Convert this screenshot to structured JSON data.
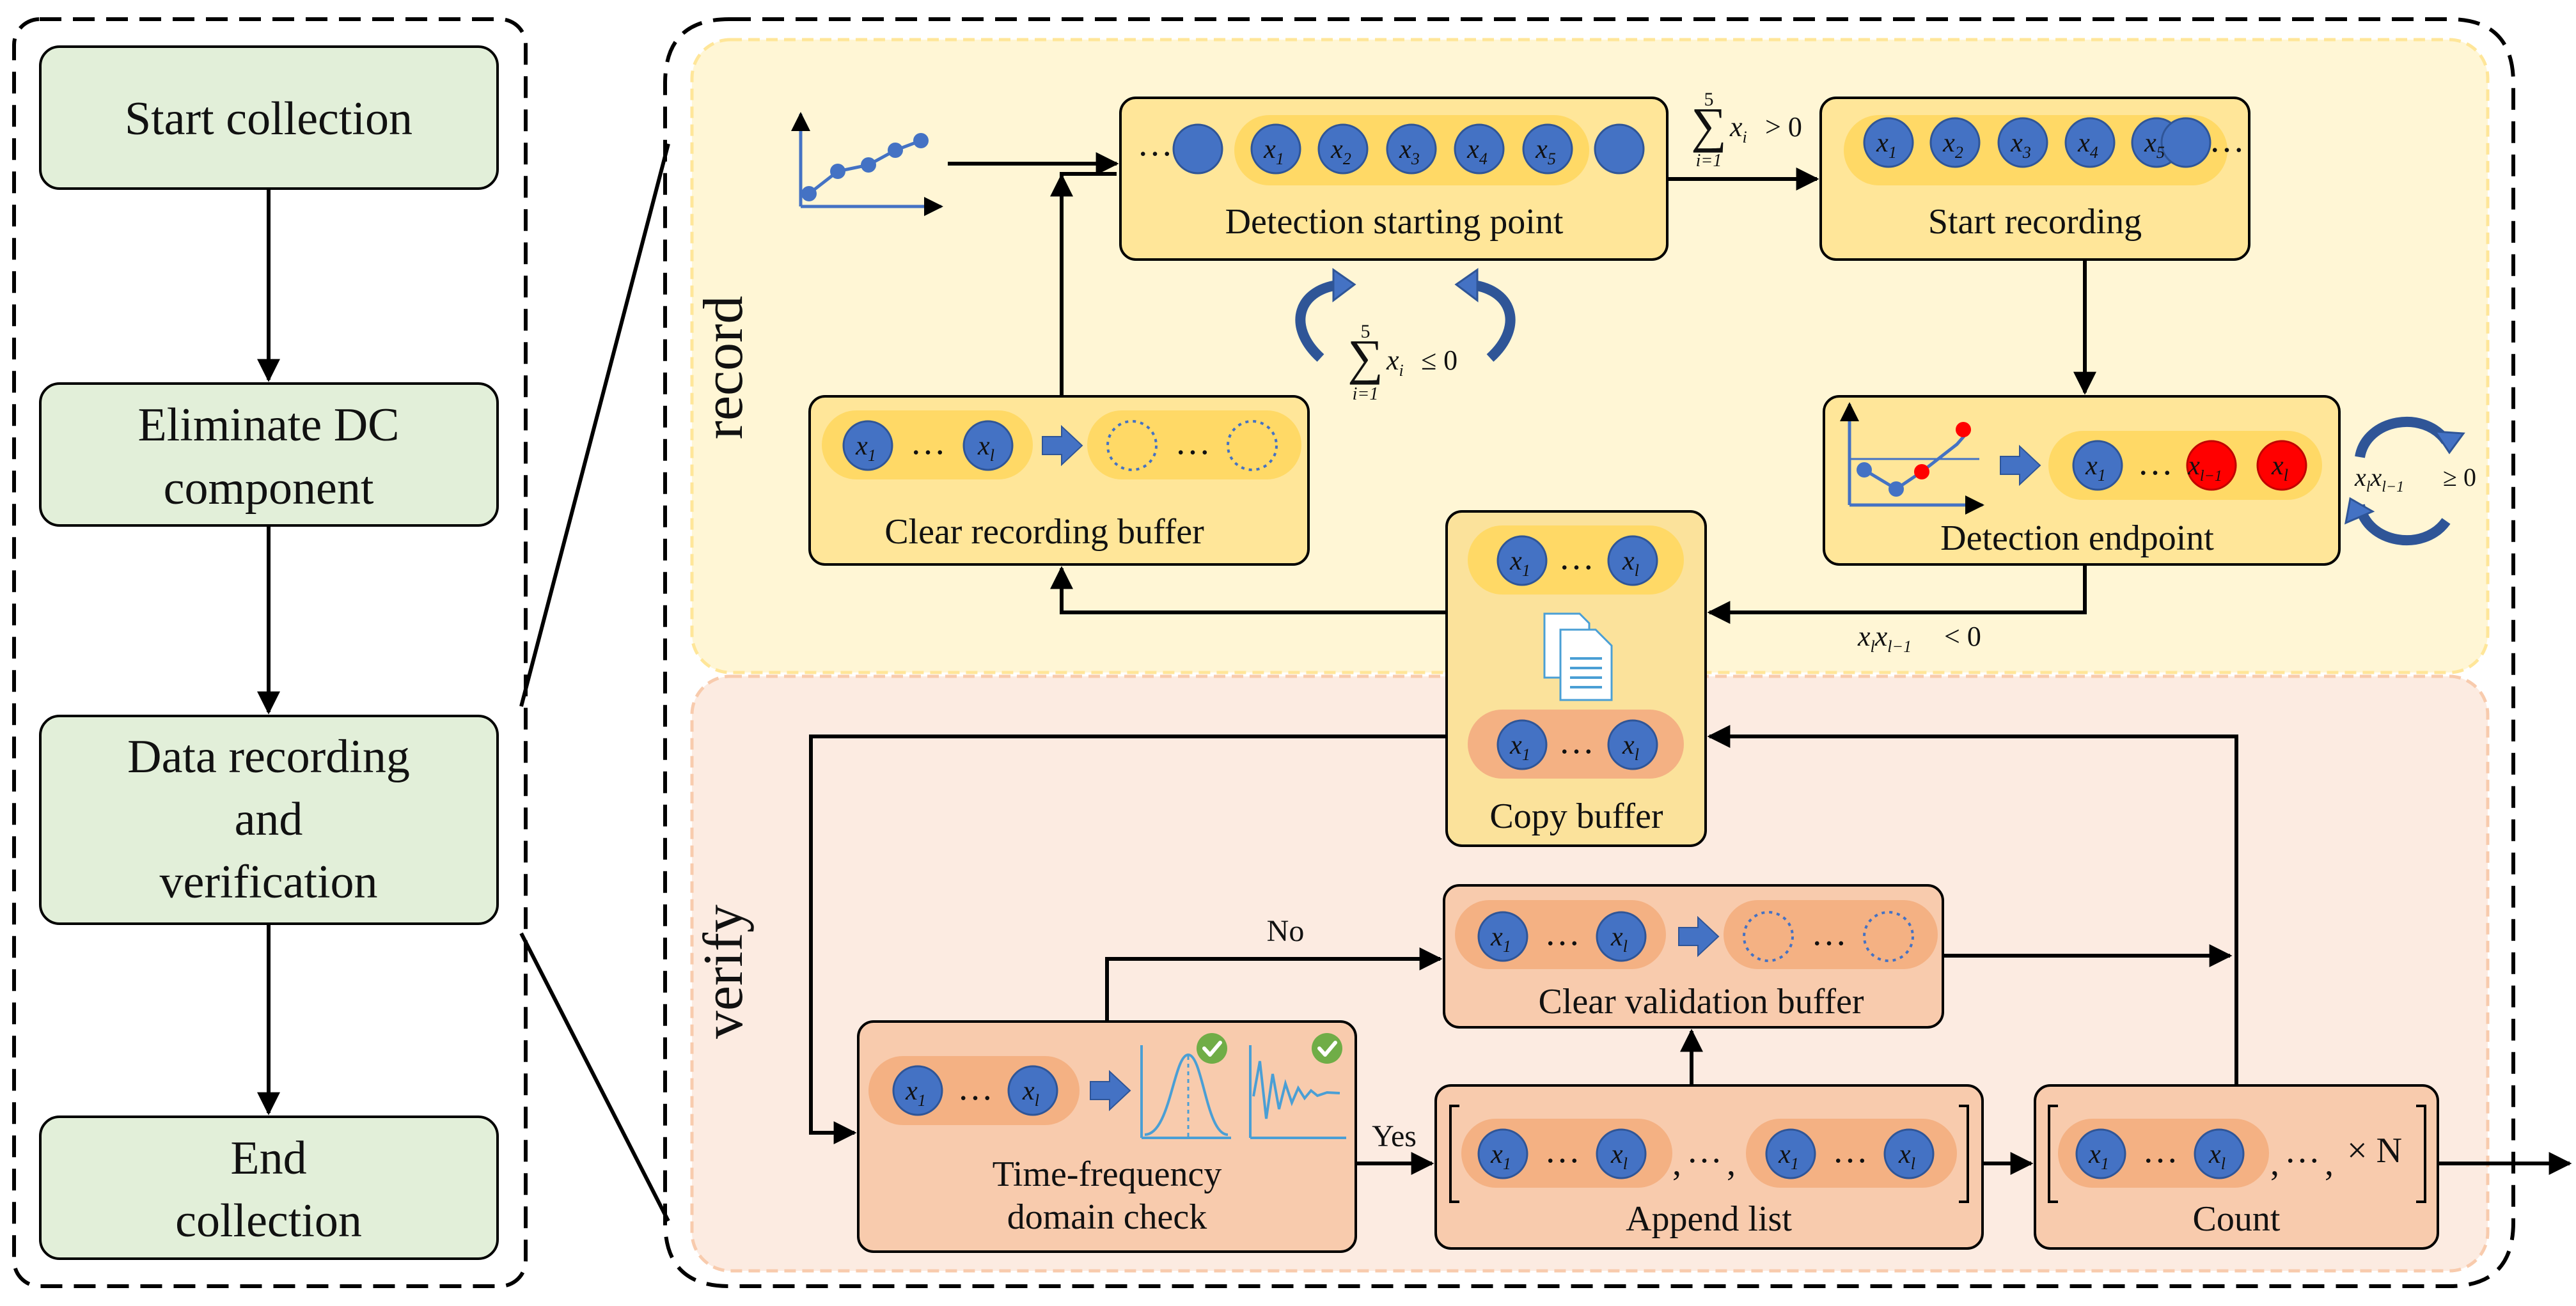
{
  "left_flow": {
    "steps": [
      "Start collection",
      "Eliminate DC component",
      "Data recording and verification",
      "End collection"
    ]
  },
  "regions": {
    "record": "record",
    "verify": "verify"
  },
  "boxes": {
    "detection_start": "Detection starting point",
    "start_recording": "Start recording",
    "clear_recording": "Clear  recording buffer",
    "detection_endpoint": "Detection endpoint",
    "copy_buffer": "Copy buffer",
    "clear_validation": "Clear validation buffer",
    "tf_check_line1": "Time-frequency",
    "tf_check_line2": "domain check",
    "append_list": "Append list",
    "count": "Count"
  },
  "edges": {
    "no": "No",
    "yes": "Yes",
    "times_n": "× N"
  },
  "conditions": {
    "sum_pos": "> 0",
    "sum_nonpos": "≤ 0",
    "sum_upper": "5",
    "sum_lower": "i=1",
    "product_nonneg": "≥ 0",
    "product_neg": "< 0"
  },
  "colors": {
    "green_fill": "#e2efd9",
    "yellow_fill": "#fdefb7",
    "salmon_fill": "#fbe0d0",
    "blue_node": "#4472c4",
    "red_node": "#ff0000",
    "pill_yellow": "#ffd966",
    "pill_orange": "#f4b183",
    "check_green": "#70ad47"
  }
}
